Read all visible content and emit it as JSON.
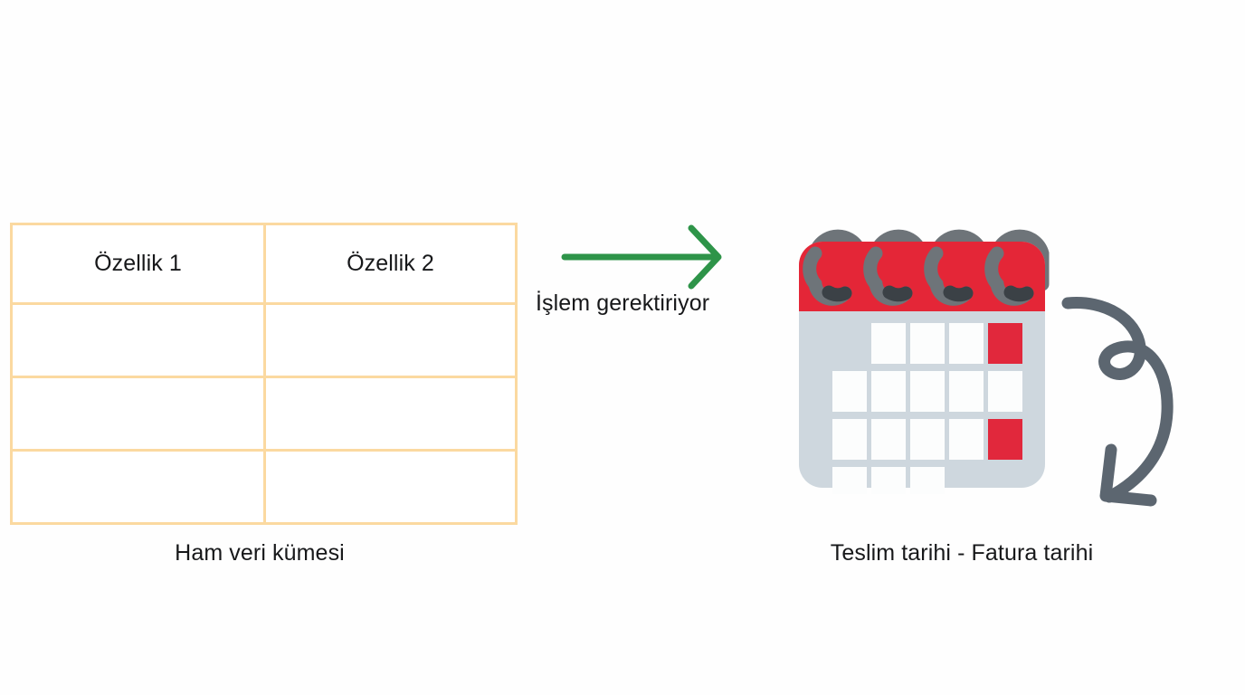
{
  "background_color": "#fefefe",
  "text_color": "#17181a",
  "table": {
    "border_color": "#fbd9a0",
    "cell_background": "#ffffff",
    "columns": [
      "Özellik 1",
      "Özellik 2"
    ],
    "body_rows": [
      [
        "",
        ""
      ],
      [
        "",
        ""
      ],
      [
        "",
        ""
      ]
    ],
    "caption": "Ham veri kümesi"
  },
  "flow": {
    "arrow_color": "#2e9449",
    "arrow_icon": "arrow-right-icon",
    "label": "İşlem gerektiriyor"
  },
  "calendar": {
    "icon_name": "calendar-icon",
    "header_color": "#e42637",
    "body_color": "#ced7de",
    "day_cell_color": "#fcfdfd",
    "highlight_cell_color": "#e1283c",
    "spiral_color": "#6e7479",
    "spiral_tip_color": "#3b4146",
    "spiral_count": 4,
    "grid_rows": 4,
    "grid_cols": 5,
    "day_cells": [
      [
        null,
        "day",
        "day",
        "day",
        "highlight"
      ],
      [
        "day",
        "day",
        "day",
        "day",
        "day"
      ],
      [
        "day",
        "day",
        "day",
        "day",
        "highlight"
      ],
      [
        "day",
        "day",
        "day",
        null,
        null
      ]
    ],
    "caption": "Teslim tarihi - Fatura tarihi"
  },
  "curly_arrow": {
    "icon_name": "curved-loop-arrow-icon",
    "color": "#5c6670"
  }
}
